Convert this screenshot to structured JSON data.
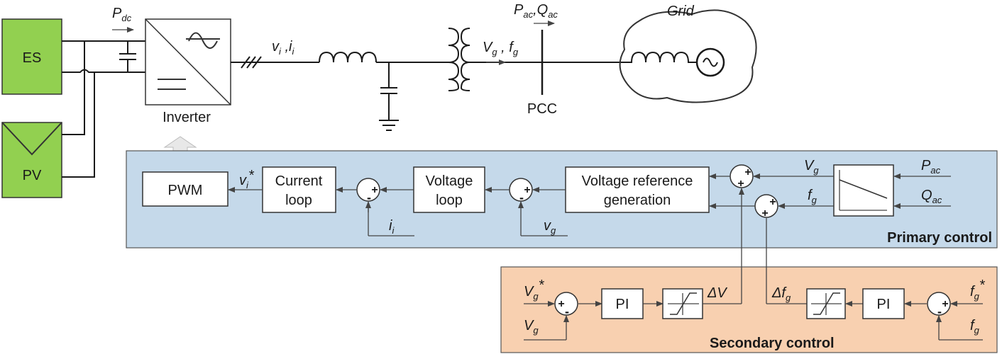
{
  "power_circuit": {
    "es_label": "ES",
    "pv_label": "PV",
    "pdc_base": "P",
    "pdc_sub": "dc",
    "inverter_label": "Inverter",
    "vi_ii_label": "v",
    "vi_sub": "i",
    "ii_base": "i",
    "ii_sub": "i",
    "vg_base": "V",
    "vg_sub": "g",
    "fg_base": "f",
    "fg_sub": "g",
    "pac_base": "P",
    "pac_sub": "ac",
    "qac_base": "Q",
    "qac_sub": "ac",
    "pcc_label": "PCC",
    "grid_label": "Grid"
  },
  "primary": {
    "title": "Primary control",
    "pwm": "PWM",
    "current_loop_1": "Current",
    "current_loop_2": "loop",
    "voltage_loop_1": "Voltage",
    "voltage_loop_2": "loop",
    "vref_1": "Voltage reference",
    "vref_2": "generation",
    "vi_star": "v",
    "vi_star_sub": "i",
    "star": "*",
    "ii": "i",
    "ii_sub": "i",
    "vg_small": "v",
    "vg_small_sub": "g",
    "Vg": "V",
    "Vg_sub": "g",
    "fg": "f",
    "fg_sub": "g",
    "Pac": "P",
    "Pac_sub": "ac",
    "Qac": "Q",
    "Qac_sub": "ac"
  },
  "secondary": {
    "title": "Secondary control",
    "pi": "PI",
    "delta_v": "ΔV",
    "delta_f": "Δf",
    "delta_f_sub": "g",
    "vg_star": "V",
    "vg_star_sub": "g",
    "vg": "V",
    "vg_sub": "g",
    "fg_star": "f",
    "fg_star_sub": "g",
    "fg": "f",
    "fg_sub": "g",
    "star": "*"
  },
  "signs": {
    "plus": "+",
    "minus": "-"
  },
  "colors": {
    "source_green": "#92d050",
    "primary_blue": "#c5d9ea",
    "secondary_orange": "#f8d0b0"
  }
}
